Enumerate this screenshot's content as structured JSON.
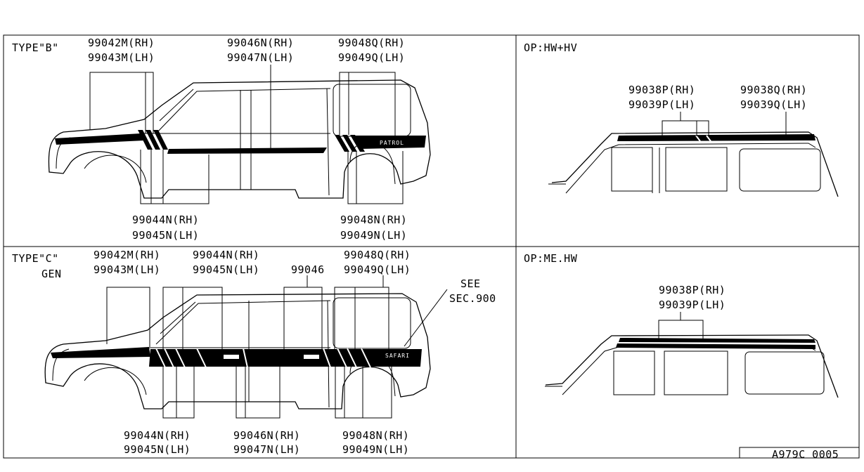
{
  "panels": {
    "type_b": {
      "title": "TYPE\"B\"",
      "top_labels": [
        {
          "l1": "99042M(RH)",
          "l2": "99043M(LH)"
        },
        {
          "l1": "99046N(RH)",
          "l2": "99047N(LH)"
        },
        {
          "l1": "99048Q(RH)",
          "l2": "99049Q(LH)"
        }
      ],
      "bottom_labels": [
        {
          "l1": "99044N(RH)",
          "l2": "99045N(LH)"
        },
        {
          "l1": "99048N(RH)",
          "l2": "99049N(LH)"
        }
      ],
      "stripe_text": "PATROL"
    },
    "type_c": {
      "title": "TYPE\"C\"",
      "subtitle": "GEN",
      "top_labels": [
        {
          "l1": "99042M(RH)",
          "l2": "99043M(LH)"
        },
        {
          "l1": "99044N(RH)",
          "l2": "99045N(LH)"
        },
        {
          "l1": "99046",
          "l2": ""
        },
        {
          "l1": "99048Q(RH)",
          "l2": "99049Q(LH)"
        }
      ],
      "see_ref": {
        "l1": "SEE",
        "l2": "SEC.900"
      },
      "bottom_labels": [
        {
          "l1": "99044N(RH)",
          "l2": "99045N(LH)"
        },
        {
          "l1": "99046N(RH)",
          "l2": "99047N(LH)"
        },
        {
          "l1": "99048N(RH)",
          "l2": "99049N(LH)"
        }
      ],
      "stripe_text": "SAFARI"
    },
    "op_hw_hv": {
      "title": "OP:HW+HV",
      "labels": [
        {
          "l1": "99038P(RH)",
          "l2": "99039P(LH)"
        },
        {
          "l1": "99038Q(RH)",
          "l2": "99039Q(LH)"
        }
      ]
    },
    "op_me_hw": {
      "title": "OP:ME.HW",
      "labels": [
        {
          "l1": "99038P(RH)",
          "l2": "99039P(LH)"
        }
      ]
    }
  },
  "drawing_number": "A979C 0005"
}
